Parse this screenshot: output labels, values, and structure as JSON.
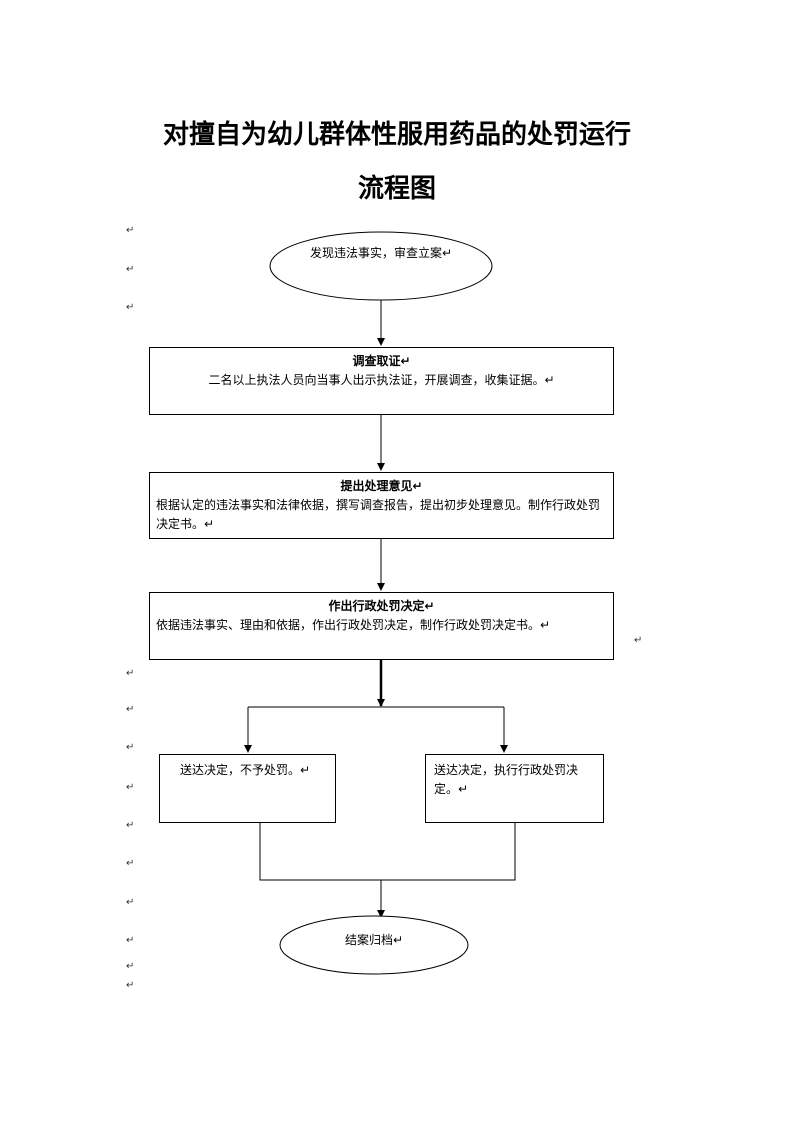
{
  "title": {
    "line1": "对擅自为幼儿群体性服用药品的处罚运行",
    "line2": "流程图"
  },
  "return_mark": "↵",
  "nodes": {
    "start": "发现违法事实，审查立案↵",
    "investigate": {
      "heading": "调查取证↵",
      "text": "二名以上执法人员向当事人出示执法证，开展调查，收集证据。↵"
    },
    "propose": {
      "heading": "提出处理意见↵",
      "text": "根据认定的违法事实和法律依据，撰写调查报告，提出初步处理意见。制作行政处罚决定书。↵"
    },
    "decide": {
      "heading": "作出行政处罚决定↵",
      "text": "依据违法事实、理由和依据，作出行政处罚决定，制作行政处罚决定书。↵"
    },
    "no_penalty": "送达决定，不予处罚。↵",
    "penalty": "送达决定，执行行政处罚决定。↵",
    "end": "结案归档↵"
  }
}
